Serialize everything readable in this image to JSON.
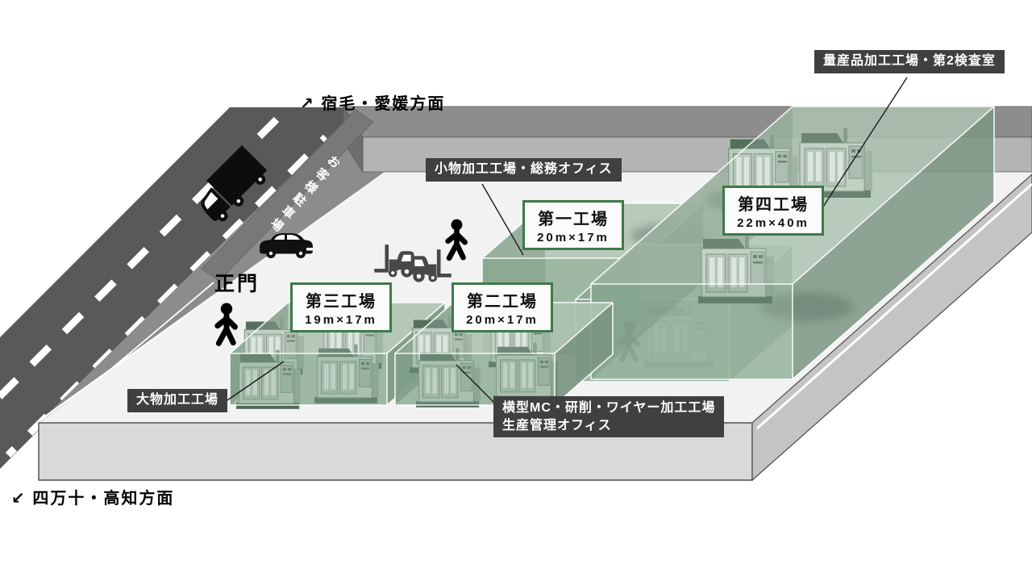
{
  "directions": {
    "north_east": "↗ 宿毛・愛媛方面",
    "south_west": "↙ 四万十・高知方面"
  },
  "gate": {
    "label": "正門"
  },
  "parking": {
    "label": "お客様駐車場"
  },
  "factories": {
    "f1": {
      "name": "第一工場",
      "size": "20m×17m"
    },
    "f2": {
      "name": "第二工場",
      "size": "20m×17m"
    },
    "f3": {
      "name": "第三工場",
      "size": "19m×17m"
    },
    "f4": {
      "name": "第四工場",
      "size": "22m×40m"
    }
  },
  "annotations": {
    "mass_production": "量産品加工工場・第2検査室",
    "small_parts_office": "小物加工工場・総務オフィス",
    "large_parts": "大物加工工場",
    "wire_factory_line1": "横型MC・研削・ワイヤー加工工場",
    "wire_factory_line2": "生産管理オフィス"
  },
  "colors": {
    "building_green": "#9cb6a1",
    "label_border_green": "#3e7a49",
    "annotation_bg": "#404040",
    "road_gray": "#595959",
    "platform_gray": "#f2f2f2"
  }
}
